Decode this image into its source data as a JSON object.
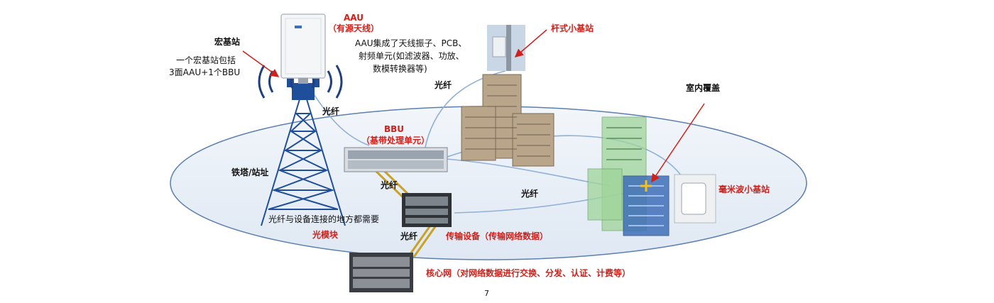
{
  "labels": {
    "aau_title": "AAU",
    "aau_sub": "（有源天线）",
    "aau_desc_1": "AAU集成了天线振子、PCB、",
    "aau_desc_2": "射频单元(如滤波器、功放、",
    "aau_desc_3": "数模转换器等)",
    "macro": "宏基站",
    "macro_desc_1": "一个宏基站包括",
    "macro_desc_2": "3面AAU+1个BBU",
    "pole": "杆式小基站",
    "indoor": "室内覆盖",
    "mmwave": "毫米波小基站",
    "fiber_1": "光纤",
    "fiber_2": "光纤",
    "fiber_3": "光纤",
    "fiber_4": "光纤",
    "fiber_5": "光纤",
    "bbu_title": "BBU",
    "bbu_sub": "（基带处理单元）",
    "tower": "铁塔/站址",
    "module_desc": "光纤与设备连接的地方都需要",
    "module": "光模块",
    "transport": "传输设备（传输网络数据）",
    "core": "核心网（对网络数据进行交换、分发、认证、计费等）",
    "page_number": "7"
  },
  "colors": {
    "accent_red": "#d0201a",
    "ellipse_fill": "#e6eef7",
    "ellipse_stroke": "#5b7fb0",
    "fiber_line": "#8fb0d8",
    "fiber_gold": "#c9a227",
    "building_tan": "#b8a58a",
    "glass_green": "#9fd49a",
    "glass_blue": "#3f6fb8"
  }
}
